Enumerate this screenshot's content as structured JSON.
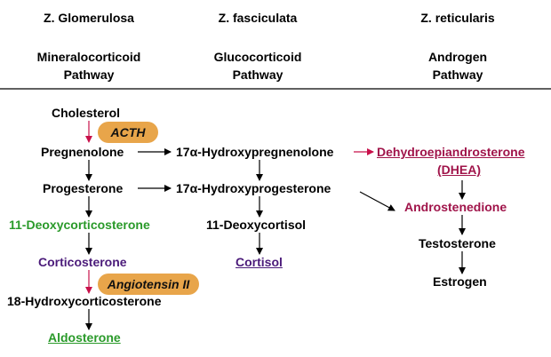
{
  "headers": {
    "glomerulosa": {
      "zone": "Z. Glomerulosa",
      "pathway": "Mineralocorticoid\nPathway"
    },
    "fasciculata": {
      "zone": "Z. fasciculata",
      "pathway": "Glucocorticoid\nPathway"
    },
    "reticularis": {
      "zone": "Z. reticularis",
      "pathway": "Androgen\nPathway"
    }
  },
  "nodes": {
    "cholesterol": "Cholesterol",
    "pregnenolone": "Pregnenolone",
    "progesterone": "Progesterone",
    "deoxycorticosterone": "11-Deoxycorticosterone",
    "corticosterone": "Corticosterone",
    "hydroxycorticosterone": "18-Hydroxycorticosterone",
    "aldosterone": "Aldosterone",
    "hydroxypregnenolone": "17α-Hydroxypregnenolone",
    "hydroxyprogesterone": "17α-Hydroxyprogesterone",
    "deoxycortisol": "11-Deoxycortisol",
    "cortisol": "Cortisol",
    "dhea": "Dehydroepiandrosterone",
    "dhea_abbr": "(DHEA)",
    "androstenedione": "Androstenedione",
    "testosterone": "Testosterone",
    "estrogen": "Estrogen"
  },
  "regulators": {
    "acth": "ACTH",
    "angiotensin": "Angiotensin II"
  },
  "colors": {
    "text": "#000000",
    "mineralocorticoid": "#2a9a2a",
    "corticosterone": "#4b1b7a",
    "cortisol": "#4b1b7a",
    "androgen": "#a0144a",
    "regulated_arrow": "#c8104a",
    "pill": "#e8a54a"
  }
}
